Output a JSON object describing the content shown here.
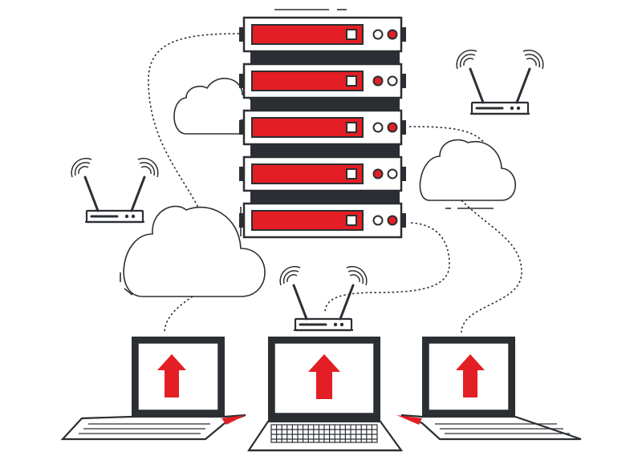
{
  "colors": {
    "stroke": "#2b2f33",
    "accent": "#e31e24",
    "panel": "#ffffff",
    "background": "#ffffff"
  },
  "server_rack": {
    "unit_count": 5,
    "unit_lights": [
      [
        "off",
        "on"
      ],
      [
        "on",
        "off"
      ],
      [
        "off",
        "on"
      ],
      [
        "on",
        "off"
      ],
      [
        "off",
        "on"
      ]
    ]
  },
  "routers": [
    {
      "id": "router-left",
      "icon": "wifi-router-icon"
    },
    {
      "id": "router-right",
      "icon": "wifi-router-icon"
    },
    {
      "id": "router-center",
      "icon": "wifi-router-icon"
    }
  ],
  "clouds": [
    {
      "id": "cloud-top-left",
      "icon": "cloud-icon"
    },
    {
      "id": "cloud-right",
      "icon": "cloud-icon"
    },
    {
      "id": "cloud-large-left",
      "icon": "cloud-icon"
    }
  ],
  "laptops": [
    {
      "id": "laptop-left",
      "icon": "upload-arrow-icon"
    },
    {
      "id": "laptop-center",
      "icon": "upload-arrow-icon"
    },
    {
      "id": "laptop-right",
      "icon": "upload-arrow-icon"
    }
  ]
}
